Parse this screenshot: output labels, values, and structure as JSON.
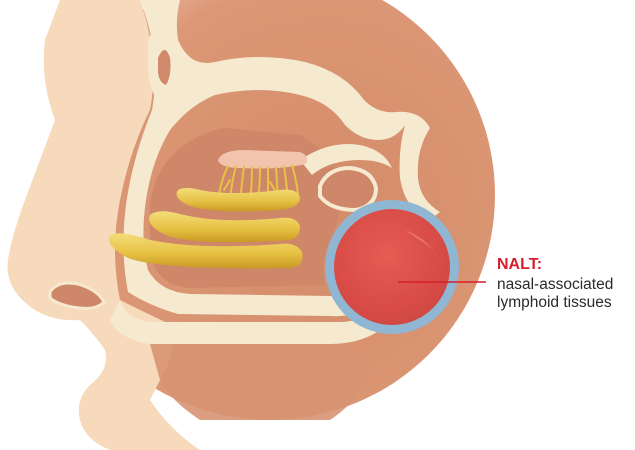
{
  "callout": {
    "title": "NALT:",
    "line1": "nasal-associated",
    "line2": "lymphoid tissues"
  },
  "colors": {
    "head_background": "#d99270",
    "skin": "#f8dcc0",
    "bone": "#f6ecd2",
    "cavity": "#d0896a",
    "turbinate": "#e9c546",
    "nalt_red": "#dd4a42",
    "nalt_ring": "#7aa7c7",
    "leader_line": "#d61f2c"
  }
}
